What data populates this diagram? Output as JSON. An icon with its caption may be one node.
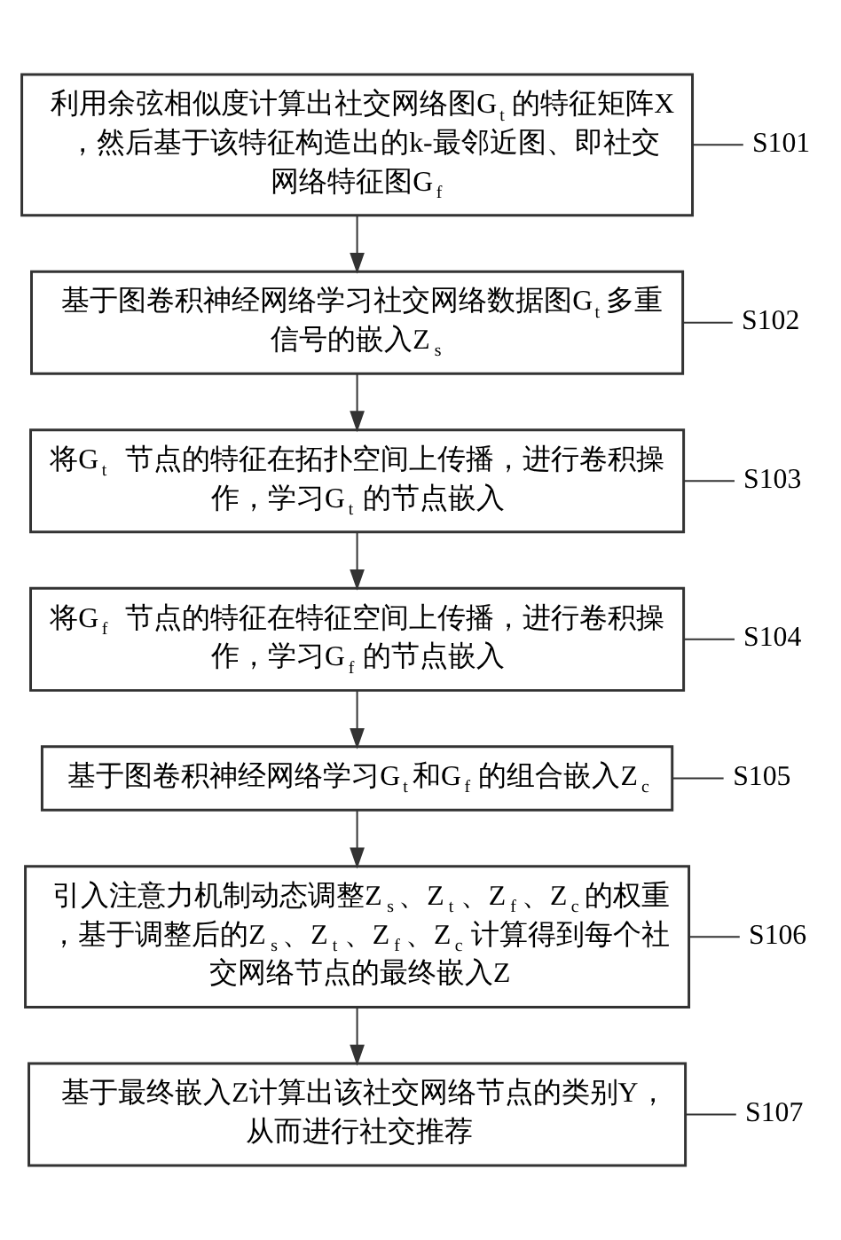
{
  "diagram": {
    "nodes": [
      {
        "text": [
          "利用余弦相似度计算出社交网络图G$_{t}$的特征矩阵X，然后基于该特征构造出的k-最邻近图、即社交网络特征图G$_{f}$"
        ]
      },
      {
        "text": [
          "基于图卷积神经网络学习社交网络数据图G$_{t}$多重信号的嵌入Z$_{s}$"
        ]
      },
      {
        "text": [
          "将G$_{t}$节点的特征在拓扑空间上传播，进行卷积操作，学习G$_{t}$的节点嵌入"
        ]
      },
      {
        "text": [
          "将G$_{f}$节点的特征在特征空间上传播，进行卷积操作，学习G$_{f}$的节点嵌入"
        ]
      },
      {
        "text": [
          "基于图卷积神经网络学习G$_{t}$和G$_{f}$的组合嵌入Z$_{c}$"
        ]
      },
      {
        "text": [
          "引入注意力机制动态调整Z$_{s}$、Z$_{t}$、Z$_{f}$、Z$_{c}$的权重，基于调整后的Z$_{s}$、Z$_{t}$、Z$_{f}$、Z$_{c}$计算得到每个社交网络节点的最终嵌入Z"
        ]
      },
      {
        "text": [
          "基于最终嵌入Z计算出该社交网络节点的类别Y，从而进行社交推荐"
        ]
      },
      {
        "text": [
          "S101"
        ]
      },
      {
        "text": [
          "S102"
        ]
      },
      {
        "text": [
          "S103"
        ]
      },
      {
        "text": [
          "S104"
        ]
      },
      {
        "text": [
          "S105"
        ]
      },
      {
        "text": [
          "S106"
        ]
      },
      {
        "text": [
          "S107"
        ]
      }
    ],
    "edges": [
      {
        "from": 0,
        "to": 1,
        "arrow": "to"
      },
      {
        "from": 1,
        "to": 2,
        "arrow": "to"
      },
      {
        "from": 2,
        "to": 3,
        "arrow": "to"
      },
      {
        "from": 3,
        "to": 4,
        "arrow": "to"
      },
      {
        "from": 4,
        "to": 5,
        "arrow": "to"
      },
      {
        "from": 5,
        "to": 6,
        "arrow": "to"
      },
      {
        "from": 7,
        "to": 0,
        "arrow": "none"
      },
      {
        "from": 8,
        "to": 1,
        "arrow": "none"
      },
      {
        "from": 9,
        "to": 2,
        "arrow": "none"
      },
      {
        "from": 10,
        "to": 3,
        "arrow": "none"
      },
      {
        "from": 11,
        "to": 4,
        "arrow": "none"
      },
      {
        "from": 12,
        "to": 5,
        "arrow": "none"
      },
      {
        "from": 13,
        "to": 6,
        "arrow": "none"
      }
    ]
  }
}
